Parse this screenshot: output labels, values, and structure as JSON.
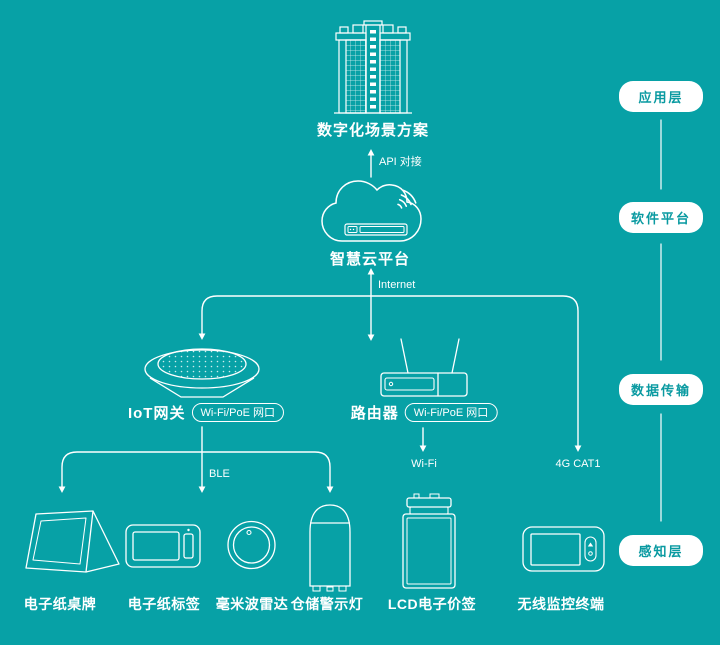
{
  "colors": {
    "background": "#07a1a6",
    "line": "#ffffff",
    "pill_text": "#0a9aa1"
  },
  "solution": {
    "label": "数字化场景方案"
  },
  "cloud": {
    "label": "智慧云平台",
    "api_link_label": "API 对接",
    "internet_label": "Internet"
  },
  "gateway": {
    "label": "IoT网关",
    "badge": "Wi-Fi/PoE 网口"
  },
  "router": {
    "label": "路由器",
    "badge": "Wi-Fi/PoE 网口"
  },
  "links": {
    "ble": "BLE",
    "wifi": "Wi-Fi",
    "cellular": "4G CAT1"
  },
  "devices": [
    {
      "label": "电子纸桌牌"
    },
    {
      "label": "电子纸标签"
    },
    {
      "label": "毫米波雷达"
    },
    {
      "label": "仓储警示灯"
    },
    {
      "label": "LCD电子价签"
    },
    {
      "label": "无线监控终端"
    }
  ],
  "layers": [
    {
      "label": "应用层"
    },
    {
      "label": "软件平台"
    },
    {
      "label": "数据传输"
    },
    {
      "label": "感知层"
    }
  ]
}
